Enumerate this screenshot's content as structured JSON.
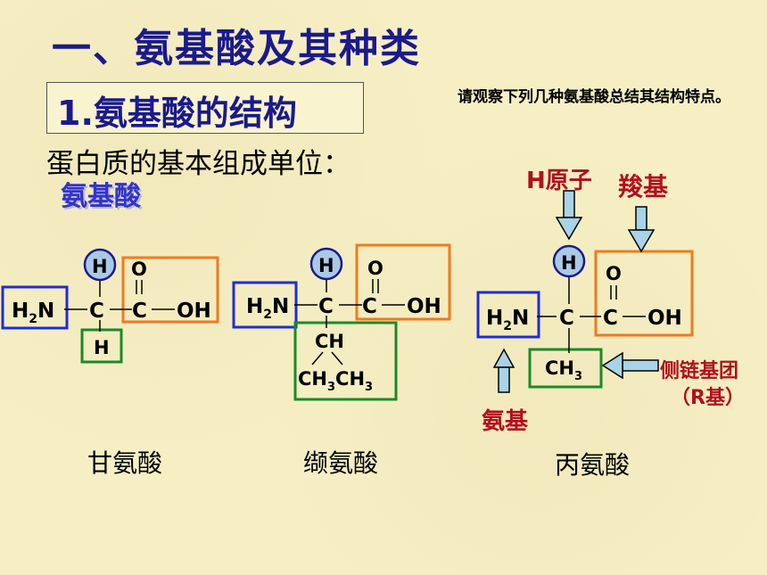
{
  "slide": {
    "title": "一、氨基酸及其种类",
    "subtitle": "1.氨基酸的结构",
    "note": "请观察下列几种氨基酸总结其结构特点。",
    "lead": "蛋白质的基本组成单位：",
    "answer": "氨基酸"
  },
  "molecules": [
    {
      "name": "甘氨酸",
      "side_chain": "H"
    },
    {
      "name": "缬氨酸",
      "side_chain_top": "CH",
      "side_chain_bottom": "CH3CH3"
    },
    {
      "name": "丙氨酸",
      "side_chain": "CH3"
    }
  ],
  "groups": {
    "amino": "H2N",
    "carbon": "C",
    "carbonyl_o": "O",
    "hydroxyl": "OH",
    "hydrogen": "H"
  },
  "annotations": {
    "h_atom": "H原子",
    "carboxyl": "羧基",
    "side_chain_1": "侧链基团",
    "side_chain_2": "（R基）",
    "amino": "氨基"
  },
  "colors": {
    "amino_box": "#1f2bd8",
    "carboxyl_box": "#f07a1e",
    "side_chain_box": "#1a8a2a",
    "h_circle": "#1a1a8c",
    "title": "#1a1a8c",
    "annotation": "#b0101e",
    "arrow": "#a9d3e6"
  }
}
